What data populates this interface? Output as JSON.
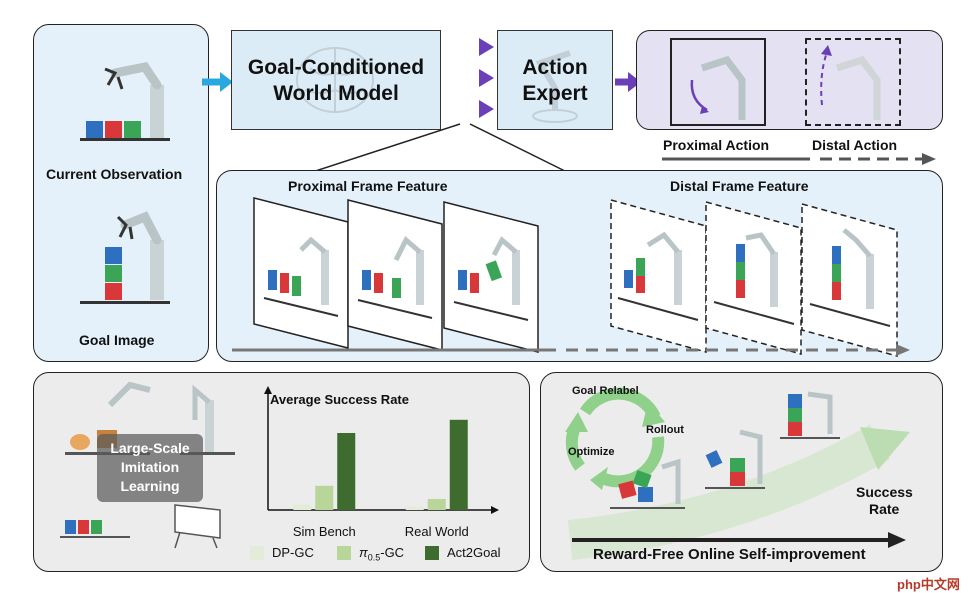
{
  "left_panel": {
    "current_observation": "Current Observation",
    "goal_image": "Goal Image"
  },
  "world_model": {
    "line1": "Goal-Conditioned",
    "line2": "World Model"
  },
  "action_expert": {
    "line1": "Action",
    "line2": "Expert"
  },
  "actions": {
    "proximal": "Proximal Action",
    "distal": "Distal Action"
  },
  "features": {
    "proximal": "Proximal Frame Feature",
    "distal": "Distal Frame Feature"
  },
  "imitation": {
    "line1": "Large-Scale",
    "line2": "Imitation",
    "line3": "Learning"
  },
  "chart_data": {
    "type": "bar",
    "title": "Average Success Rate",
    "categories": [
      "Sim Bench",
      "Real World"
    ],
    "series": [
      {
        "name": "DP-GC",
        "values": [
          5,
          3
        ],
        "color": "#e3ecd9"
      },
      {
        "name": "π0.5-GC",
        "values": [
          22,
          10
        ],
        "color": "#b8d69a"
      },
      {
        "name": "Act2Goal",
        "values": [
          70,
          82
        ],
        "color": "#3e6b2e"
      }
    ],
    "ylim": [
      0,
      100
    ]
  },
  "legend": {
    "dp": "DP-GC",
    "pi_prefix": "π",
    "pi_sub": "0.5",
    "pi_suffix": "-GC",
    "act": "Act2Goal"
  },
  "self_improve": {
    "goal_relabel": "Goal Relabel",
    "rollout": "Rollout",
    "optimize": "Optimize",
    "success": "Success",
    "rate": "Rate",
    "title": "Reward-Free Online Self-improvement"
  },
  "watermark": "php中文网"
}
